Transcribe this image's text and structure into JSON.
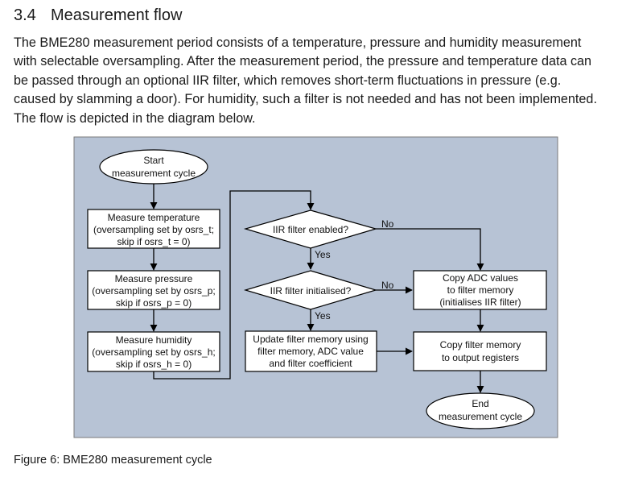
{
  "section": {
    "number": "3.4",
    "title": "Measurement flow"
  },
  "paragraph_lines": [
    "The BME280 measurement period consists of a temperature, pressure and humidity measurement",
    "with selectable oversampling. After the measurement period, the pressure and temperature data can",
    "be passed through an optional IIR filter, which removes short-term fluctuations in pressure (e.g.",
    "caused by slamming a door). For humidity, such a filter is not needed and has not been implemented.",
    "The flow is depicted in the diagram below."
  ],
  "diagram": {
    "start": [
      "Start",
      "measurement cycle"
    ],
    "measure_temperature": [
      "Measure temperature",
      "(oversampling set by osrs_t;",
      "skip if osrs_t = 0)"
    ],
    "measure_pressure": [
      "Measure pressure",
      "(oversampling set by osrs_p;",
      "skip if osrs_p = 0)"
    ],
    "measure_humidity": [
      "Measure humidity",
      "(oversampling set by osrs_h;",
      "skip if osrs_h = 0)"
    ],
    "iir_enabled": "IIR filter enabled?",
    "iir_initialised": "IIR filter initialised?",
    "label_no_1": "No",
    "label_yes_1": "Yes",
    "label_no_2": "No",
    "label_yes_2": "Yes",
    "update_filter": [
      "Update filter memory using",
      "filter memory, ADC value",
      "and filter coefficient"
    ],
    "copy_adc": [
      "Copy ADC values",
      "to filter memory",
      "(initialises IIR filter)"
    ],
    "copy_filter": [
      "Copy filter memory",
      "to output registers"
    ],
    "end": [
      "End",
      "measurement cycle"
    ],
    "colors": {
      "background": "#b7c3d5",
      "node_fill": "#ffffff",
      "line": "#000000"
    }
  },
  "caption": "Figure 6: BME280 measurement cycle"
}
